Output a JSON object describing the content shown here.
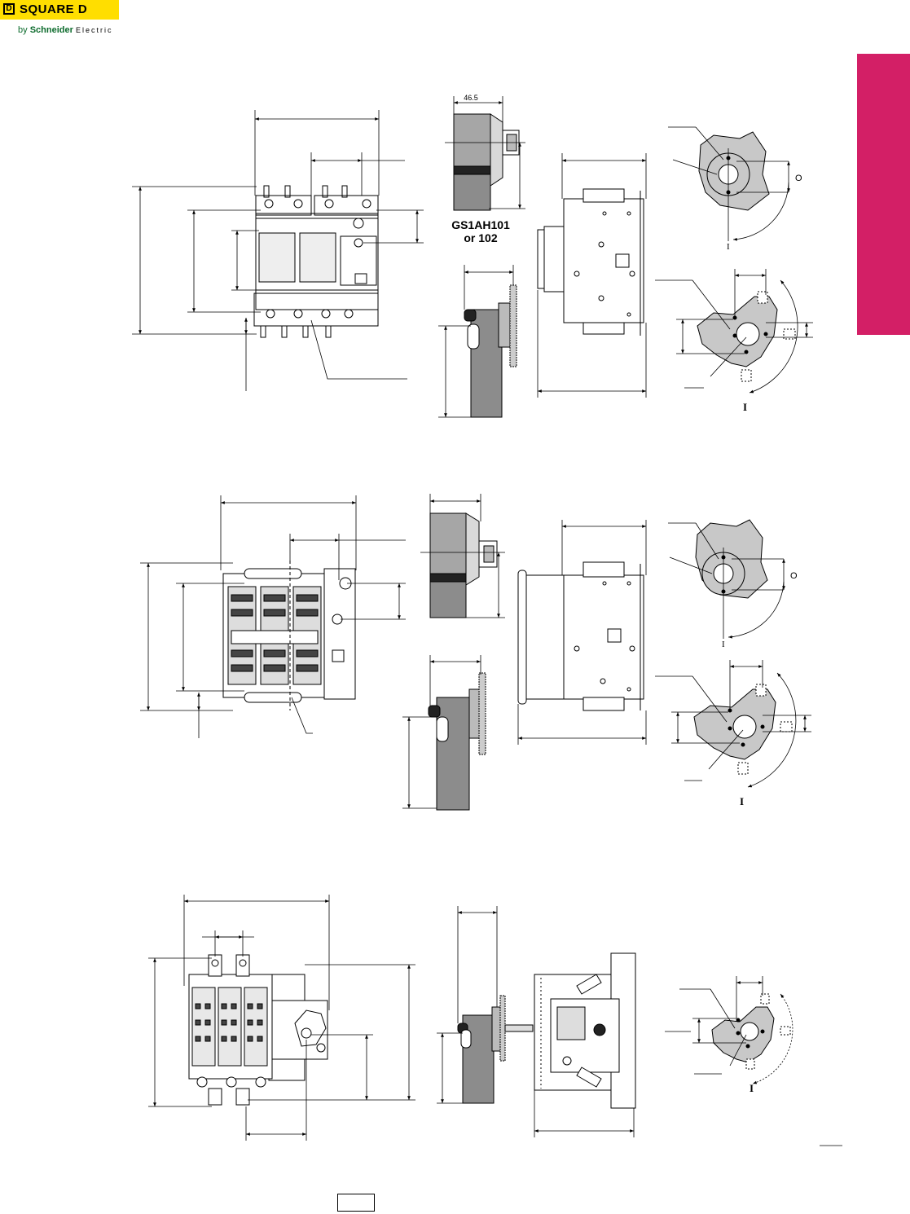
{
  "header": {
    "logo_mark": "D",
    "brand": "SQUARE D",
    "byline_prefix": "by",
    "byline_company": "Schneider",
    "byline_suffix": "Electric"
  },
  "figure1": {
    "caption_line1": "GS1AH101",
    "caption_line2": "or 102",
    "dimension_label": "46.5"
  },
  "colors": {
    "accent_tab": "#d31f66",
    "logo_bg": "#ffde00",
    "handle_gray": "#8c8c8c",
    "panel_gray": "#c8c8c8"
  }
}
